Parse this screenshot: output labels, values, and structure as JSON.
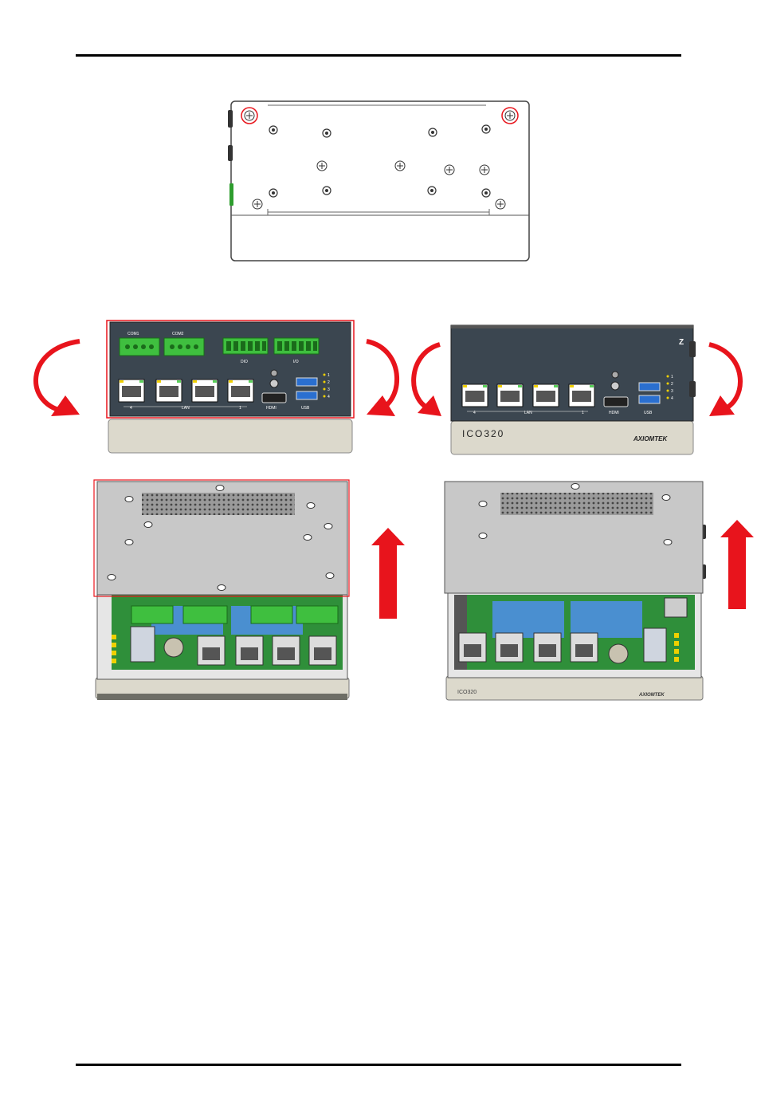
{
  "colors": {
    "accent_red": "#e8141c",
    "panel_dark": "#3b4650",
    "terminal_green": "#3fbf3f",
    "board_green": "#2f8f3a",
    "heatsink_blue": "#4a8fd0",
    "chassis_grey": "#d9d9d9",
    "front_tan": "#dcd9cc"
  },
  "device": {
    "model_label": "ICO320",
    "brand_label": "AXIOMTEK",
    "port_labels": {
      "com1": "COM1",
      "com2": "COM2",
      "dio": "DIO",
      "io": "I/O",
      "lan": "LAN",
      "lan_first": "1",
      "lan_last": "4",
      "hdmi": "HDMI",
      "usb": "USB",
      "led1": "1",
      "led2": "2",
      "led3": "3",
      "led4": "4"
    }
  },
  "icons": {
    "rotate_left": "curved-arrow-counterclockwise-icon",
    "rotate_right": "curved-arrow-clockwise-icon",
    "lift_up": "arrow-up-icon",
    "screw_highlight": "red-circle-highlight-icon"
  }
}
